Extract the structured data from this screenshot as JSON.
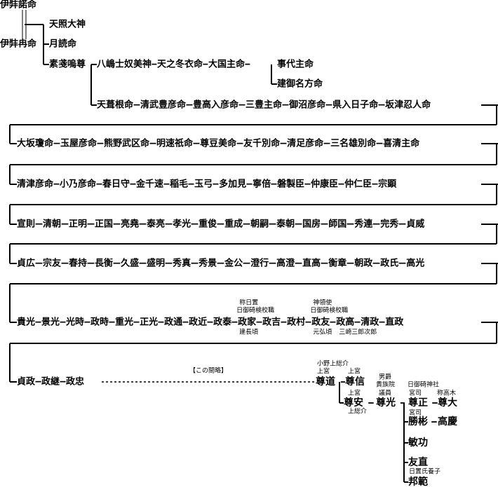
{
  "diagram_title": "",
  "row1": [
    "八嶋士奴美神",
    "天之冬衣命",
    "大国主命",
    "事代主命",
    "建御名方命"
  ],
  "row2": [
    "天葺根命",
    "清武豊彦命",
    "豊高入彦命",
    "三豊主命",
    "御沼彦命",
    "県入日子命",
    "坂津忍人命"
  ],
  "row3": [
    "大坂瓊命",
    "玉屋彦命",
    "熊野武区命",
    "明速祇命",
    "尊豆美命",
    "友千別命",
    "清足彦命",
    "三名雄別命",
    "喜清主命"
  ],
  "row4": [
    "清津彦命",
    "小乃彦命",
    "春日守",
    "金千速",
    "稲毛",
    "玉弓",
    "多加見",
    "寧倍",
    "磐製臣",
    "仲康臣",
    "仲仁臣",
    "宗顕"
  ],
  "row5": [
    "宣則",
    "清朝",
    "正明",
    "正国",
    "亮堯",
    "泰亮",
    "孝光",
    "重俊",
    "重成",
    "朝嗣",
    "泰朝",
    "国房",
    "師国",
    "秀連",
    "完秀",
    "貞威"
  ],
  "row6": [
    "貞広",
    "宗友",
    "春持",
    "長衡",
    "久盛",
    "盛明",
    "秀真",
    "秀景",
    "金公",
    "澄行",
    "高澄",
    "直高",
    "衡章",
    "朝政",
    "政氏",
    "高光"
  ],
  "row7": [
    "貴光",
    "景光",
    "光時",
    "政時",
    "重光",
    "正光",
    "政通",
    "政近",
    "政泰",
    "政家",
    "政吉",
    "政村",
    "政友",
    "政高",
    "清政",
    "直政"
  ],
  "row8": [
    "貞政",
    "政継",
    "政忠",
    "尊道",
    "尊信",
    "尊安",
    "尊光",
    "尊正",
    "尊大",
    "勝彬",
    "高慶",
    "敏功",
    "友直",
    "邦範"
  ],
  "top": [
    "伊弉諾命",
    "伊弉冉命",
    "天照大神",
    "月読命",
    "素戔嗚尊"
  ],
  "notes": {
    "seika": "称日置",
    "kenchokokyo": "日御碕検校職",
    "kenchoyori": "建長頃",
    "jinryoshi": "神領使",
    "kenchokokyo2": "日御碕検校職",
    "genko": "元弘頃",
    "misakisaburo": "三崎三郎次郎",
    "gap": "【この間略】",
    "onosofusuke": "小野上総介",
    "jogu1": "上宮",
    "jogu2": "上宮",
    "jogu3": "上宮",
    "kazusanosuke": "上総介",
    "danshaku": "男爵",
    "kizokuin": "貴族院",
    "giin": "議員",
    "hinomisaki_jinja": "日御碕神社",
    "guji1": "宮司",
    "shokotaka": "称高木",
    "guji2": "宮司",
    "hiokiyoshi": "日置氏養子"
  },
  "colors": {
    "ink": "#000000",
    "background": "#ffffff"
  }
}
